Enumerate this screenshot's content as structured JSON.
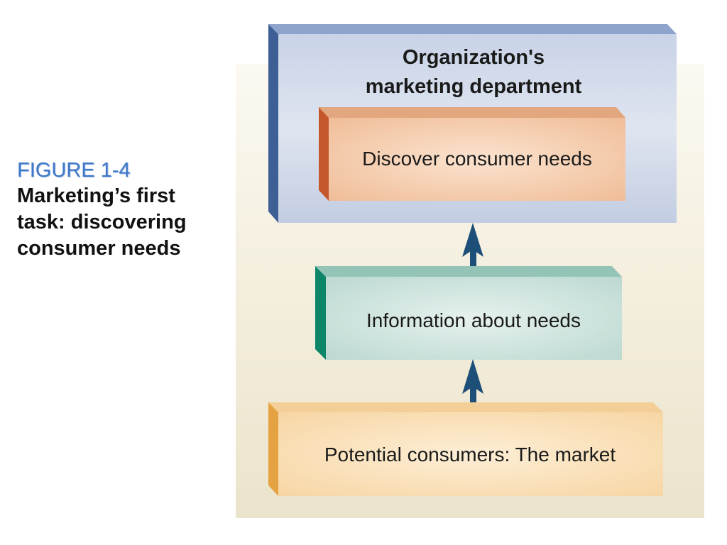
{
  "figure": {
    "number": "FIGURE 1-4",
    "title": "Marketing’s first\ntask:  discovering\nconsumer needs"
  },
  "diagram": {
    "organization_box": {
      "line1": "Organization's",
      "line2": "marketing department"
    },
    "discover_box": {
      "label": "Discover consumer needs"
    },
    "information_box": {
      "label": "Information about needs"
    },
    "market_box": {
      "label": "Potential consumers: The market"
    }
  },
  "colors": {
    "org_face": "#c4cfe4",
    "org_side": "#3d5f95",
    "discover_face": "#f3c7a6",
    "discover_side": "#c4582c",
    "info_face": "#cde3dd",
    "info_side": "#0c8569",
    "market_face": "#fadfb5",
    "market_side": "#e5a243",
    "arrow": "#1e4f78"
  }
}
